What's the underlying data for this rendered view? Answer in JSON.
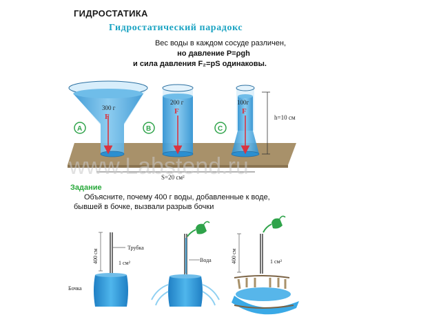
{
  "header": {
    "section_title": "ГИДРОСТАТИКА",
    "subtitle": "Гидростатический парадокс"
  },
  "intro": {
    "line1": "Вес воды в каждом сосуде различен,",
    "line2": "но давление P=ρgh",
    "line3": "и сила давления F₂=pS одинаковы."
  },
  "vessels": [
    {
      "letter": "A",
      "weight": "300 г",
      "force": "F"
    },
    {
      "letter": "B",
      "weight": "200 г",
      "force": "F"
    },
    {
      "letter": "C",
      "weight": "100г",
      "force": "F"
    }
  ],
  "measure": {
    "height": "h=10 см",
    "area": "S=20 см²"
  },
  "watermark": "www.Labstend.ru",
  "task": {
    "heading": "Задание",
    "line1": "Объясните, почему 400 г воды, добавленные к воде,",
    "line2": "бывшей в бочке, вызвали разрыв бочки",
    "line3": ""
  },
  "barrels": {
    "tube_length": "400 см",
    "tube_label": "Трубка",
    "tube_area": "1 см²",
    "barrel_label": "Бочка",
    "water_label": "Вода",
    "tube_length_3": "400 см",
    "tube_area_3": "1 см²"
  },
  "colors": {
    "water": "#3aa9e6",
    "water_light": "#bfe3f7",
    "table": "#a8916a",
    "arrow": "#d9333f",
    "accent": "#1aa3c2",
    "task_heading": "#27a83a",
    "can": "#2fa34a"
  }
}
